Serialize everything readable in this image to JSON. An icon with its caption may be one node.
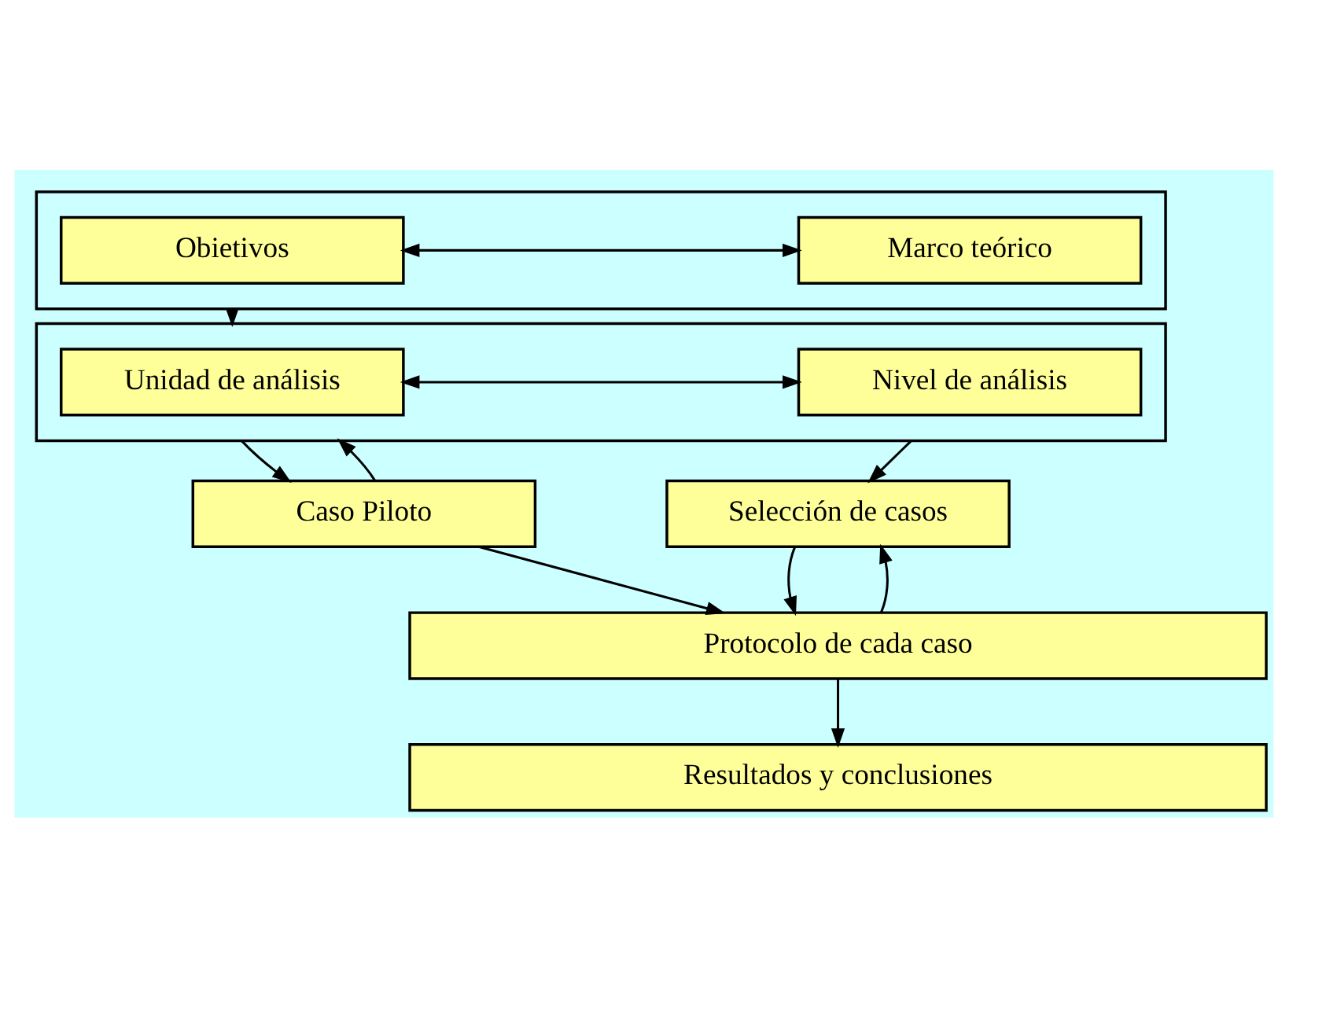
{
  "diagram": {
    "nodes": [
      {
        "text": [],
        "shape": "box"
      },
      {
        "text": [
          "Obietivos"
        ],
        "in": 0
      },
      {
        "text": [
          "Marco teórico"
        ],
        "in": 0
      },
      {
        "text": [],
        "shape": "box"
      },
      {
        "text": [
          "Unidad de análisis"
        ],
        "in": 3
      },
      {
        "text": [
          "Nivel de análisis"
        ],
        "in": 3
      },
      {
        "text": [
          "Caso Piloto"
        ]
      },
      {
        "text": [
          "Selección de casos"
        ]
      },
      {
        "text": [
          "Protocolo de cada caso"
        ]
      },
      {
        "text": [
          "Resultados y conclusiones"
        ]
      }
    ],
    "edges": [
      {
        "from": 1,
        "to": 2,
        "arrow": "both"
      },
      {
        "from": 0,
        "to": 3,
        "arrow": "to"
      },
      {
        "from": 4,
        "to": 5,
        "arrow": "both"
      },
      {
        "from": 3,
        "to": 6,
        "arrow": "to"
      },
      {
        "from": 6,
        "to": 3,
        "arrow": "to"
      },
      {
        "from": 3,
        "to": 7,
        "arrow": "to"
      },
      {
        "from": 6,
        "to": 8,
        "arrow": "to"
      },
      {
        "from": 7,
        "to": 8,
        "arrow": "to"
      },
      {
        "from": 8,
        "to": 7,
        "arrow": "to"
      },
      {
        "from": 8,
        "to": 9,
        "arrow": "to"
      }
    ]
  }
}
